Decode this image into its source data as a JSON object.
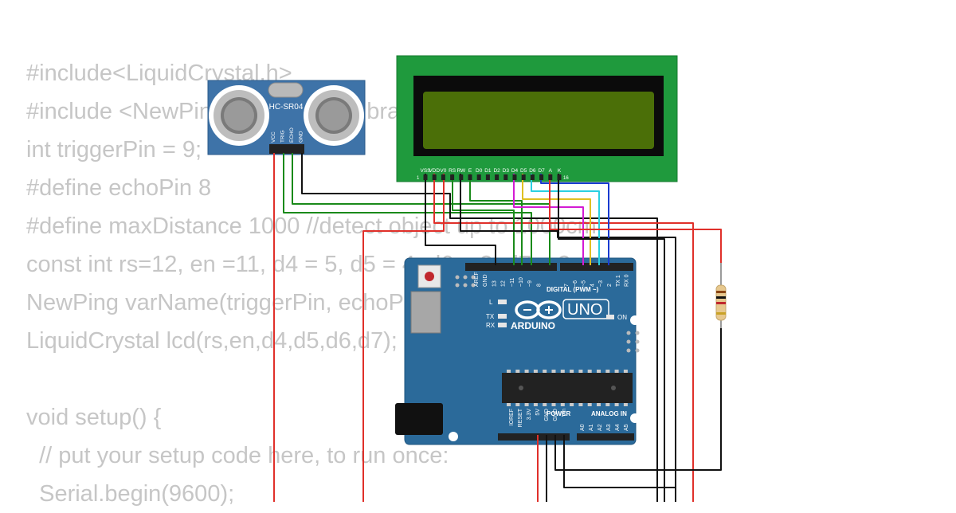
{
  "code_lines": [
    "#include<LiquidCrystal.h>",
    "#include <NewPing.h> //include library for ultrasonic sensor",
    "int triggerPin = 9;",
    "#define echoPin 8",
    "#define maxDistance 1000 //detect object up to 1000cm",
    "const int rs=12, en =11, d4 = 5, d5 = 4, d6 = 3, d7 = 2;",
    "NewPing varName(triggerPin, echoPin, maxDistance);",
    "LiquidCrystal lcd(rs,en,d4,d5,d6,d7);",
    "",
    "void setup() {",
    "  // put your setup code here, to run once:",
    "  Serial.begin(9600);"
  ],
  "sensor": {
    "model": "HC-SR04",
    "pins": [
      "VCC",
      "TRIG",
      "ECHO",
      "GND"
    ]
  },
  "lcd": {
    "pins": [
      "VSS",
      "VDD",
      "V0",
      "RS",
      "RW",
      "E",
      "D0",
      "D1",
      "D2",
      "D3",
      "D4",
      "D5",
      "D6",
      "D7",
      "A",
      "K"
    ],
    "pin_first": "1",
    "pin_last": "16"
  },
  "arduino": {
    "brand": "ARDUINO",
    "model": "UNO",
    "digital_label": "DIGITAL (PWM ~)",
    "digital_pins": [
      "AREF",
      "GND",
      "13",
      "12",
      "~11",
      "~10",
      "~9",
      "8",
      "7",
      "~6",
      "~5",
      "4",
      "~3",
      "2",
      "TX 1",
      "RX 0"
    ],
    "led_l": "L",
    "led_tx": "TX",
    "led_rx": "RX",
    "led_on": "ON",
    "power_label": "POWER",
    "power_pins": [
      "IOREF",
      "RESET",
      "3.3V",
      "5V",
      "GND",
      "GND",
      "Vin"
    ],
    "analog_label": "ANALOG IN",
    "analog_pins": [
      "A0",
      "A1",
      "A2",
      "A3",
      "A4",
      "A5"
    ]
  },
  "colors": {
    "code_text": "#c6c6c6",
    "board_blue": "#2b6a9a",
    "lcd_green": "#1f9a3d",
    "lcd_screen": "#4b6f08",
    "sensor_blue": "#3e73a8",
    "wire_red": "#e0302a",
    "wire_black": "#111111",
    "wire_green": "#1a8a1a"
  }
}
